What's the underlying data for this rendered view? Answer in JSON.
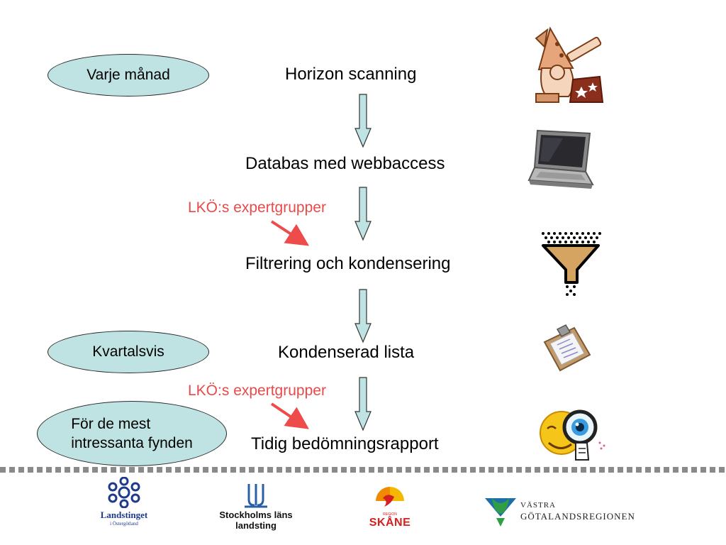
{
  "steps": {
    "s1": "Horizon scanning",
    "s2": "Databas med webbaccess",
    "s3": "Filtrering och kondensering",
    "s4": "Kondenserad lista",
    "s5": "Tidig bedömningsrapport"
  },
  "ovals": {
    "monthly": "Varje månad",
    "quarterly": "Kvartalsvis",
    "interesting_line1": "För de mest",
    "interesting_line2": "intressanta fynden"
  },
  "expert_labels": {
    "e1": "LKÖ:s expertgrupper",
    "e2": "LKÖ:s expertgrupper"
  },
  "logos": {
    "ostergotland_name": "Landstinget",
    "ostergotland_sub": "i Östergötland",
    "stockholm_line1": "Stockholms läns",
    "stockholm_line2": "landsting",
    "skane_small": "REGION",
    "skane_name": "SKÅNE",
    "vgr_line1": "VÄSTRA",
    "vgr_line2": "GÖTALANDSREGIONEN"
  },
  "icons": [
    "wizard-telescope-icon",
    "laptop-icon",
    "funnel-icon",
    "clipboard-icon",
    "magnifier-smiley-icon"
  ],
  "colors": {
    "oval_fill": "#bfe3e3",
    "arrow_fill": "#bfe3e3",
    "expert_text": "#e84a4a",
    "expert_arrow": "#ee4b4b"
  }
}
